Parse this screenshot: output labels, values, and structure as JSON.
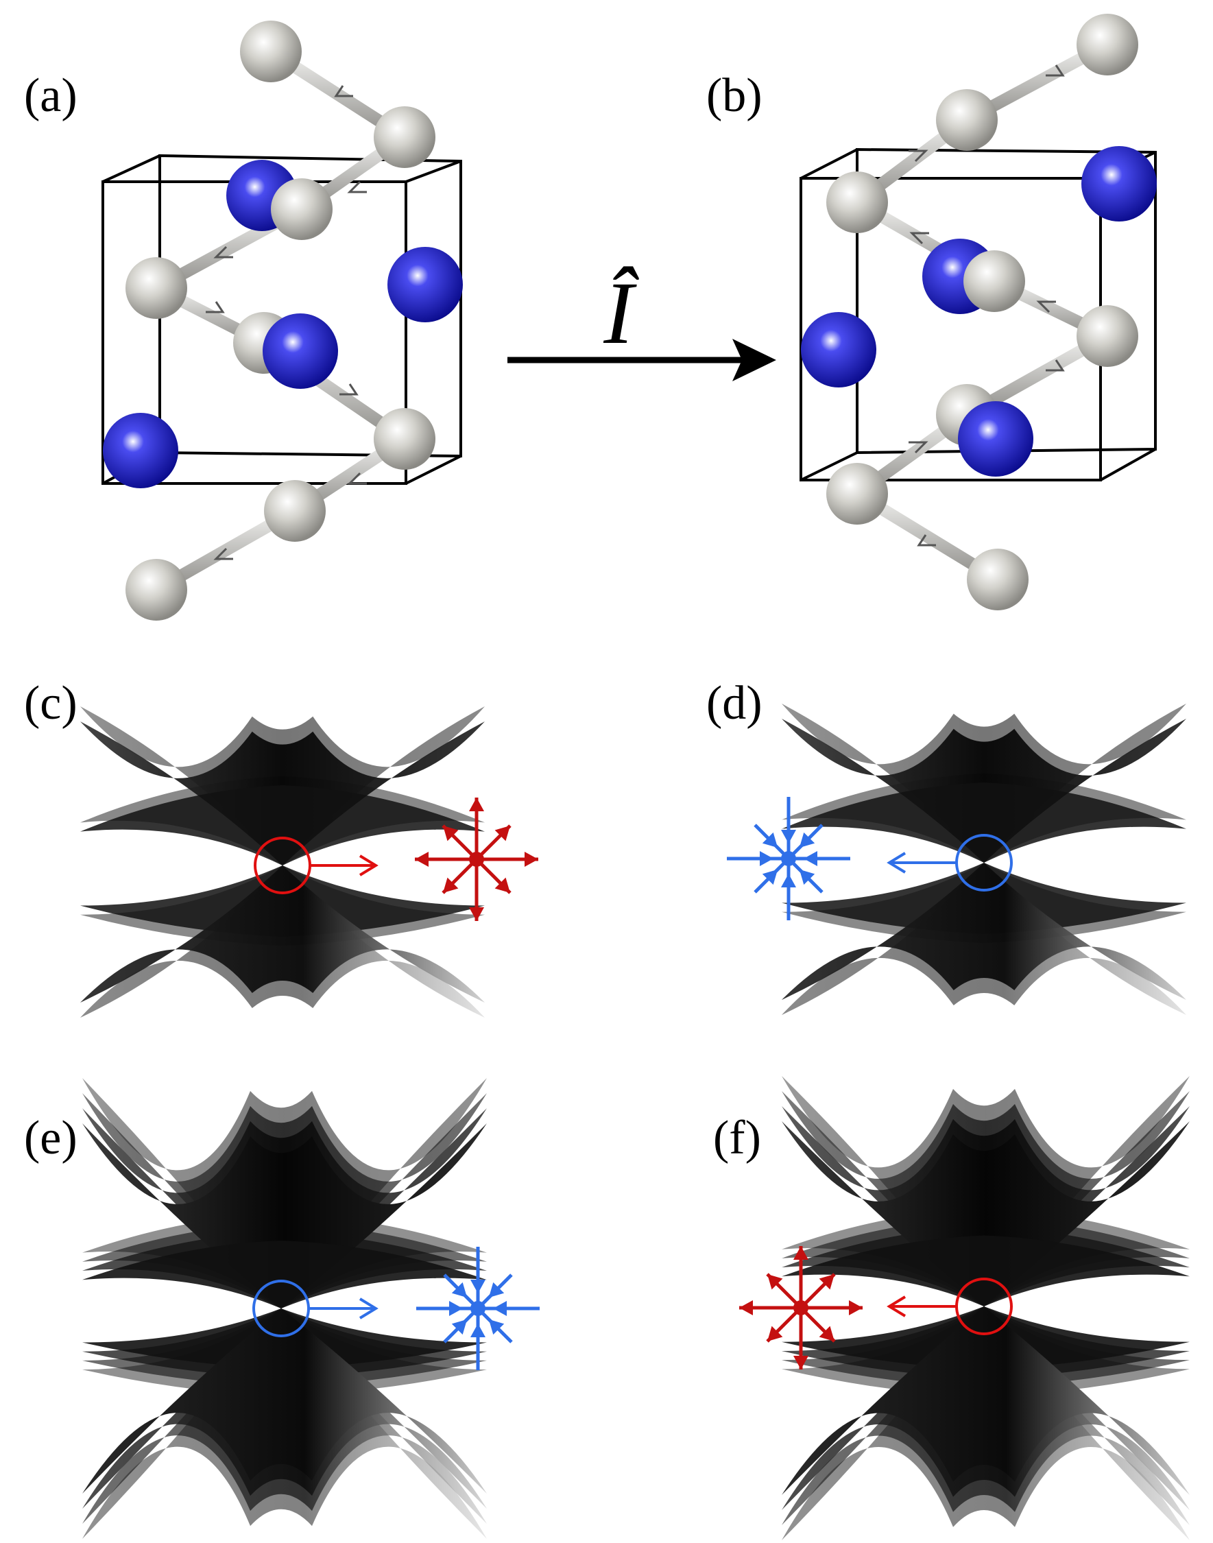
{
  "figure": {
    "panels": [
      {
        "id": "a",
        "label": "(a)"
      },
      {
        "id": "b",
        "label": "(b)"
      },
      {
        "id": "c",
        "label": "(c)"
      },
      {
        "id": "d",
        "label": "(d)"
      },
      {
        "id": "e",
        "label": "(e)"
      },
      {
        "id": "f",
        "label": "(f)"
      }
    ],
    "operator_label": "Î",
    "colors": {
      "gray_atom": "#b9b8b2",
      "blue_atom": "#1a1ccc",
      "cone": "#1a1a1a",
      "source_red": "#e01010",
      "sink_blue": "#2f6fe8",
      "cell_edge": "#000000"
    }
  }
}
